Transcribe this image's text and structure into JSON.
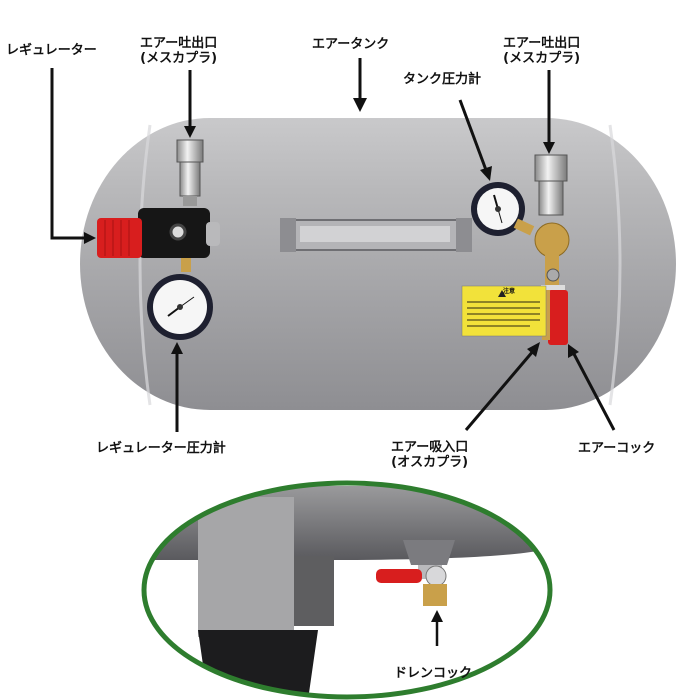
{
  "labels": {
    "regulator": "レギュレーター",
    "outlet_left_1": "エアー吐出口",
    "outlet_left_2": "(メスカプラ)",
    "tank": "エアータンク",
    "outlet_right_1": "エアー吐出口",
    "outlet_right_2": "(メスカプラ)",
    "tank_gauge": "タンク圧力計",
    "regulator_gauge": "レギュレーター圧力計",
    "inlet_1": "エアー吸入口",
    "inlet_2": "(オスカプラ)",
    "air_cock": "エアーコック",
    "drain_cock": "ドレンコック",
    "caution_title": "注意"
  },
  "colors": {
    "tank": "#a9a9ab",
    "tank_dark": "#7c7c80",
    "regulator_knob": "#d81e1e",
    "valve_handle": "#d81e1e",
    "brass": "#c9a04a",
    "caution_label": "#f2e23a",
    "inset_border": "#2e7d2e"
  }
}
